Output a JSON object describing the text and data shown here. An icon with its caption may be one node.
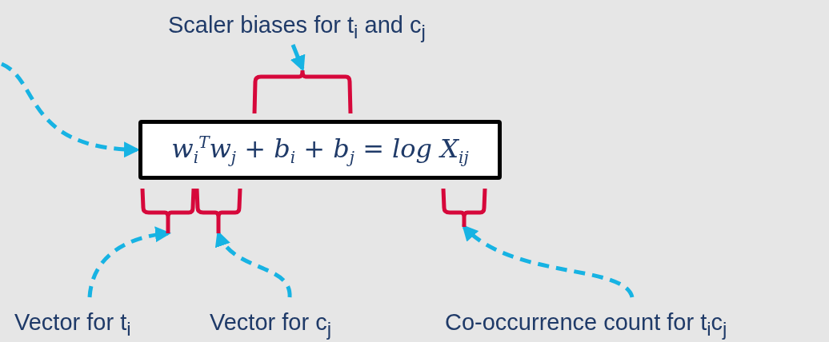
{
  "diagram": {
    "nodes": [
      {
        "text": [
          "Scaler biases for t$_{i}$ and c$_{j}$"
        ]
      },
      {
        "text": [
          "w$_{i}$$^{T}$w$_{j}$ + b$_{i}$ + b$_{j}$ = log X$_{ij}$"
        ]
      },
      {
        "text": [],
        "shape": "bracket"
      },
      {
        "text": [],
        "shape": "bracket"
      },
      {
        "text": [],
        "shape": "bracket"
      },
      {
        "text": [],
        "shape": "bracket"
      },
      {
        "text": [
          "Vector for t$_{i}$"
        ]
      },
      {
        "text": [
          "Vector for c$_{j}$"
        ]
      },
      {
        "text": [
          "Co-occurrence count for t$_{i}$c$_{j}$"
        ]
      }
    ],
    "edges": [
      {
        "from": null,
        "to": 1,
        "arrow": "to",
        "style": "dashed"
      },
      {
        "from": 0,
        "to": 2,
        "arrow": "to"
      },
      {
        "from": 6,
        "to": 3,
        "arrow": "to",
        "style": "dashed"
      },
      {
        "from": 7,
        "to": 4,
        "arrow": "to",
        "style": "dashed"
      },
      {
        "from": 8,
        "to": 5,
        "arrow": "to",
        "style": "dashed"
      }
    ]
  }
}
